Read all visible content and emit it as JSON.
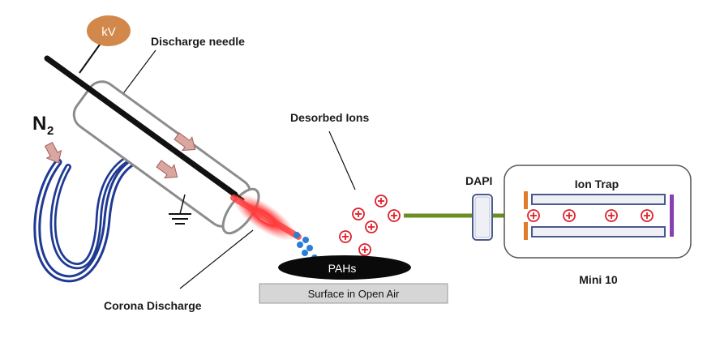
{
  "labels": {
    "kv": "kV",
    "discharge_needle": "Discharge needle",
    "n2_main": "N",
    "n2_sub": "2",
    "desorbed_ions": "Desorbed Ions",
    "dapi": "DAPI",
    "ion_trap": "Ion Trap",
    "pahs": "PAHs",
    "surface": "Surface in Open Air",
    "corona_discharge": "Corona Discharge",
    "mini10": "Mini 10"
  },
  "colors": {
    "kv_source": "#d2884a",
    "needle": "#111111",
    "tube_outline": "#8c8c8c",
    "gas_arrow": "#d9a6a0",
    "gas_line_outer": "#1f3a93",
    "plasma": "#ff2020",
    "droplet": "#2a7fd4",
    "ion_red": "#e0202a",
    "transfer_line": "#6b8e23",
    "electrode_orange": "#e07b2a",
    "electrode_purple": "#8a3fb0",
    "surface_fill": "#d6d6d6",
    "pah_fill": "#0a0a0a"
  }
}
